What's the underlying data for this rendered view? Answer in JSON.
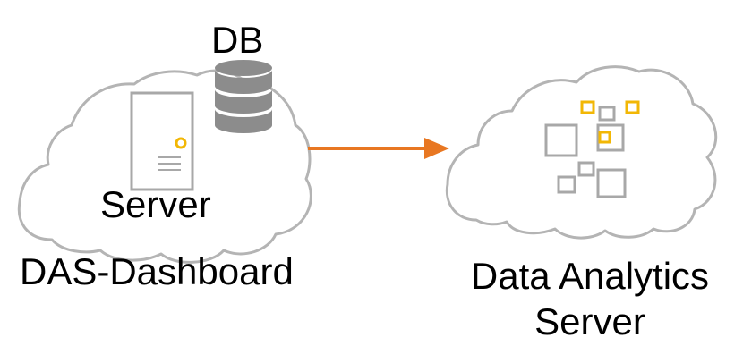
{
  "labels": {
    "db": "DB",
    "server": "Server",
    "das_dashboard": "DAS-Dashboard",
    "data_analytics_line1": "Data Analytics",
    "data_analytics_line2": "Server"
  },
  "colors": {
    "cloud_stroke": "#b4b4b4",
    "icon_stroke": "#a8a8a8",
    "db_fill": "#8c8c8c",
    "arrow": "#e87722",
    "accent": "#f2b705"
  },
  "icons": {
    "left_cloud": "cloud-icon",
    "right_cloud": "cloud-icon",
    "server": "server-tower-icon",
    "database": "database-icon",
    "analytics": "analytics-squares-icon",
    "arrow": "arrow-right-icon"
  }
}
